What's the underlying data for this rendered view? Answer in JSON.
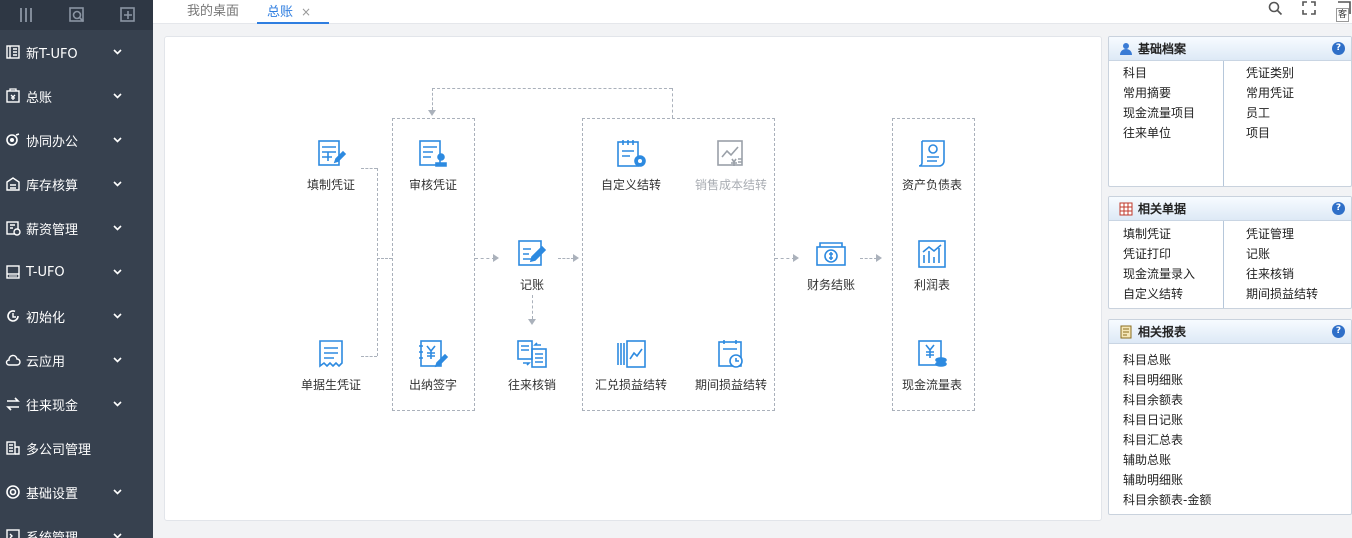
{
  "sidebar": {
    "top_icons": [
      "menu-icon",
      "history-icon",
      "add-window-icon"
    ],
    "items": [
      {
        "label": "新T-UFO",
        "icon": "report-icon",
        "has_arrow": true
      },
      {
        "label": "总账",
        "icon": "ledger-icon",
        "has_arrow": true
      },
      {
        "label": "协同办公",
        "icon": "collab-icon",
        "has_arrow": true
      },
      {
        "label": "库存核算",
        "icon": "warehouse-icon",
        "has_arrow": true
      },
      {
        "label": "薪资管理",
        "icon": "salary-icon",
        "has_arrow": true
      },
      {
        "label": "T-UFO",
        "icon": "ufo-icon",
        "has_arrow": true
      },
      {
        "label": "初始化",
        "icon": "init-icon",
        "has_arrow": true
      },
      {
        "label": "云应用",
        "icon": "cloud-icon",
        "has_arrow": true
      },
      {
        "label": "往来现金",
        "icon": "exchange-icon",
        "has_arrow": true
      },
      {
        "label": "多公司管理",
        "icon": "company-icon",
        "has_arrow": false
      },
      {
        "label": "基础设置",
        "icon": "settings-icon",
        "has_arrow": true
      },
      {
        "label": "系统管理",
        "icon": "system-icon",
        "has_arrow": true
      }
    ]
  },
  "tabs": [
    {
      "label": "我的桌面"
    },
    {
      "label": "总账",
      "close": "×"
    }
  ],
  "toolbar": {
    "tooltip": "客"
  },
  "flow": {
    "fill_voucher": "填制凭证",
    "doc_voucher": "单据生凭证",
    "audit_voucher": "审核凭证",
    "cashier_sign": "出纳签字",
    "posting": "记账",
    "ar_ap_writeoff": "往来核销",
    "custom_transfer": "自定义结转",
    "sales_cost_transfer": "销售成本结转",
    "fx_transfer": "汇兑损益结转",
    "period_pl_transfer": "期间损益结转",
    "closing": "财务结账",
    "balance_sheet": "资产负债表",
    "income_statement": "利润表",
    "cash_flow_statement": "现金流量表"
  },
  "panels": {
    "basic_files": {
      "title": "基础档案",
      "left": [
        "科目",
        "常用摘要",
        "现金流量项目",
        "往来单位"
      ],
      "right": [
        "凭证类别",
        "常用凭证",
        "员工",
        "项目"
      ]
    },
    "related_docs": {
      "title": "相关单据",
      "left": [
        "填制凭证",
        "凭证打印",
        "现金流量录入",
        "自定义结转"
      ],
      "right": [
        "凭证管理",
        "记账",
        "往来核销",
        "期间损益结转"
      ]
    },
    "related_reports": {
      "title": "相关报表",
      "items": [
        "科目总账",
        "科目明细账",
        "科目余额表",
        "科目日记账",
        "科目汇总表",
        "辅助总账",
        "辅助明细账",
        "科目余额表-金额"
      ]
    }
  },
  "colors": {
    "sidebar_bg": "#37414f",
    "accent": "#2f7ee0",
    "icon_blue": "#2d8ae0"
  }
}
